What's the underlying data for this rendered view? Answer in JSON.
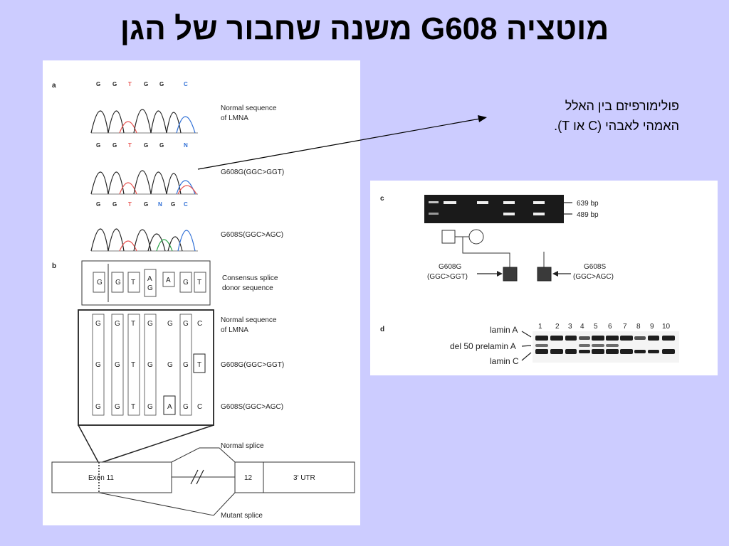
{
  "slide": {
    "title": "מוטציה G608 משנה שחבור של הגן"
  },
  "callout": {
    "line1": "פולימורפיזם בין האלל",
    "line2": "האמהי לאבהי (C או T)."
  },
  "figure_ab": {
    "panel_a": {
      "label": "a",
      "tracks": [
        {
          "bases": [
            "G",
            "G",
            "T",
            "G",
            "G",
            "C"
          ],
          "caption_line1": "Normal sequence",
          "caption_line2": "of LMNA"
        },
        {
          "bases": [
            "G",
            "G",
            "T",
            "G",
            "G",
            "N"
          ],
          "caption_line1": "G608G(GGC>GGT)",
          "caption_line2": ""
        },
        {
          "bases": [
            "G",
            "G",
            "T",
            "G",
            "N",
            "G",
            "C"
          ],
          "caption_line1": "G608S(GGC>AGC)",
          "caption_line2": ""
        }
      ]
    },
    "panel_b": {
      "label": "b",
      "consensus": {
        "bases": [
          "G",
          "G",
          "T",
          "A",
          "A",
          "G",
          "T"
        ],
        "alt": "G",
        "caption_line1": "Consensus splice",
        "caption_line2": "donor sequence"
      },
      "rows": [
        {
          "bases": [
            "G",
            "G",
            "T",
            "G",
            "G",
            "G",
            "C"
          ],
          "caption_line1": "Normal sequence",
          "caption_line2": "of LMNA"
        },
        {
          "bases": [
            "G",
            "G",
            "T",
            "G",
            "G",
            "G",
            "T"
          ],
          "caption_line1": "G608G(GGC>GGT)",
          "caption_line2": ""
        },
        {
          "bases": [
            "G",
            "G",
            "T",
            "G",
            "A",
            "G",
            "C"
          ],
          "caption_line1": "G608S(GGC>AGC)",
          "caption_line2": ""
        }
      ],
      "normal_splice": "Normal splice",
      "mutant_splice": "Mutant splice",
      "exon11": "Exon 11",
      "exon12": "12",
      "utr": "3′ UTR"
    }
  },
  "figure_cd": {
    "panel_c": {
      "label": "c",
      "band_top": "639 bp",
      "band_bottom": "489 bp",
      "left_mutation_line1": "G608G",
      "left_mutation_line2": "(GGC>GGT)",
      "right_mutation_line1": "G608S",
      "right_mutation_line2": "(GGC>AGC)"
    },
    "panel_d": {
      "label": "d",
      "lanes": [
        "1",
        "2",
        "3",
        "4",
        "5",
        "6",
        "7",
        "8",
        "9",
        "10"
      ],
      "lamin_a": "lamin A",
      "prelamin": "del 50 prelamin A",
      "lamin_c": "lamin C"
    }
  },
  "colors": {
    "background": "#ccccff",
    "trace_t": "#e8524f",
    "trace_c": "#2f6fd6",
    "trace_a": "#2aa348",
    "trace_g": "#222222"
  }
}
